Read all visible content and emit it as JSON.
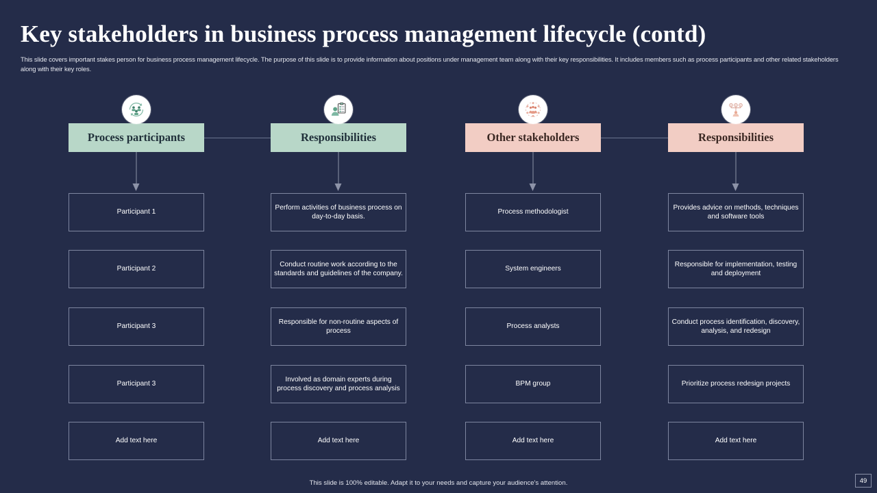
{
  "slide": {
    "title": "Key stakeholders in business process management lifecycle (contd)",
    "subtitle": "This slide covers important stakes person for business process management lifecycle. The purpose of this slide is to provide information about positions under management team along with their key responsibilities. It includes members such as process participants and other related stakeholders along with their key roles.",
    "footer_note": "This slide is 100% editable. Adapt it to your needs and capture your audience's attention.",
    "page_number": "49",
    "background_color": "#242c49"
  },
  "theme": {
    "green": "#b8d7c8",
    "pink": "#f2cdc4",
    "box_border": "#7e86a0",
    "arrow": "#8d93a8",
    "text": "#ffffff"
  },
  "columns": [
    {
      "id": "process-participants",
      "header": "Process participants",
      "accent": "green",
      "icon": "people-cycle-icon",
      "items": [
        "Participant 1",
        "Participant 2",
        "Participant 3",
        "Participant 3",
        "Add text here"
      ]
    },
    {
      "id": "participant-responsibilities",
      "header": "Responsibilities",
      "accent": "green",
      "icon": "person-checklist-icon",
      "items": [
        "Perform activities of business process on day-to-day basis.",
        "Conduct routine work according to the standards and guidelines of the company.",
        "Responsible for non-routine aspects of process",
        "Involved as domain experts during process discovery and process analysis",
        "Add text here"
      ]
    },
    {
      "id": "other-stakeholders",
      "header": "Other stakeholders",
      "accent": "pink",
      "icon": "stakeholder-group-icon",
      "items": [
        "Process methodologist",
        "System engineers",
        "Process analysts",
        "BPM group",
        "Add text here"
      ]
    },
    {
      "id": "stakeholder-responsibilities",
      "header": "Responsibilities",
      "accent": "pink",
      "icon": "org-hierarchy-icon",
      "items": [
        "Provides advice on methods, techniques and software tools",
        "Responsible for implementation, testing and deployment",
        "Conduct process identification, discovery, analysis, and redesign",
        "Prioritize process redesign projects",
        "Add text here"
      ]
    }
  ]
}
